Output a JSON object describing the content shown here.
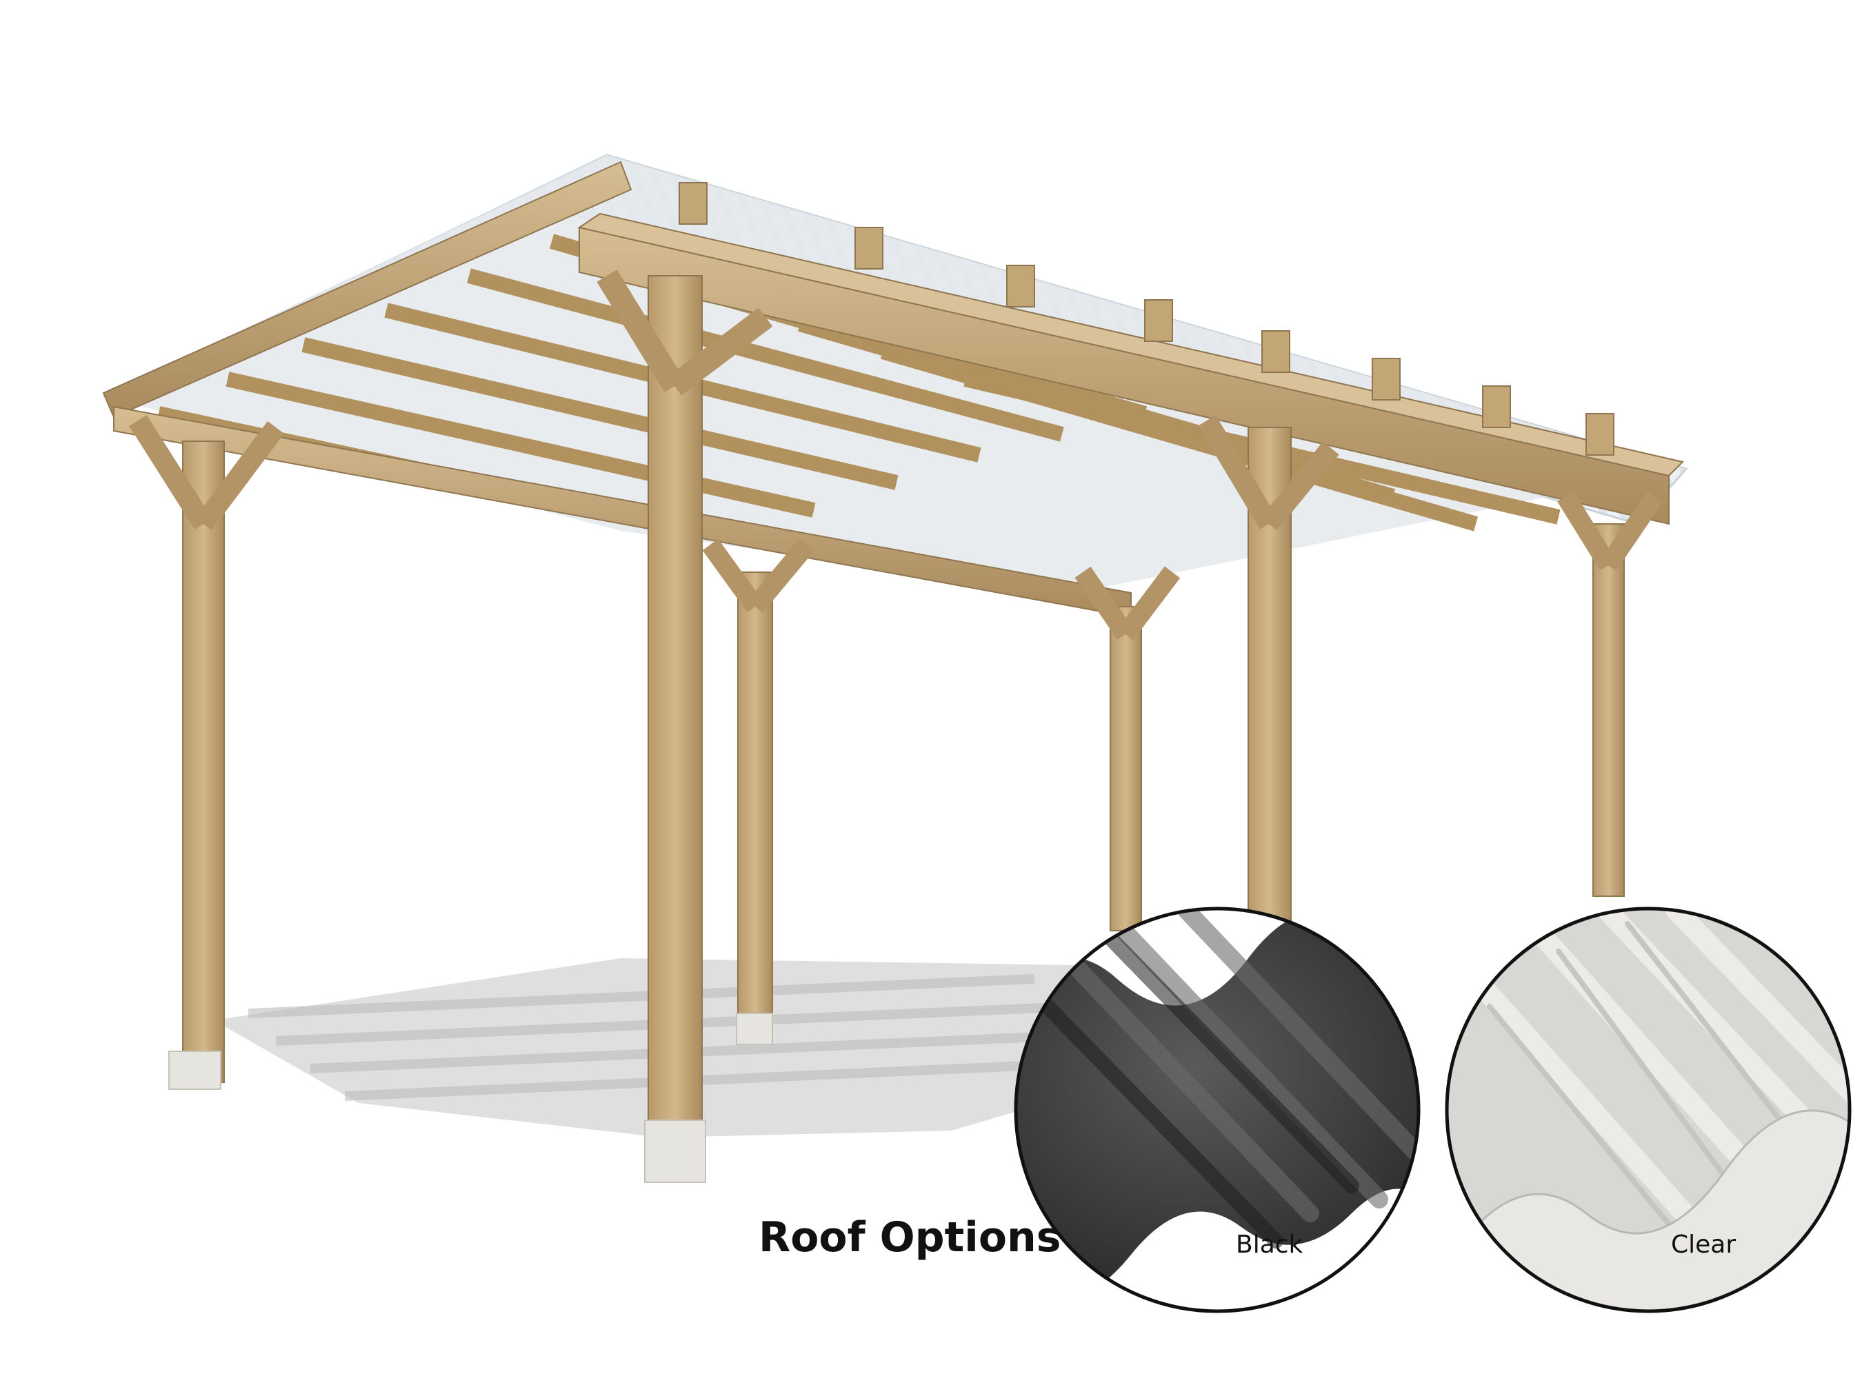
{
  "heading": "Roof Options",
  "options": [
    {
      "label": "Black",
      "swatch": "#3a3a3a"
    },
    {
      "label": "Clear",
      "swatch": "#dcdcd8"
    }
  ],
  "colors": {
    "timber": "#c4a77a",
    "timber_dark": "#8f7650",
    "roof_sheet": "#e9eef0",
    "shadow": "#cfcfcf",
    "concrete": "#e6e4df"
  }
}
